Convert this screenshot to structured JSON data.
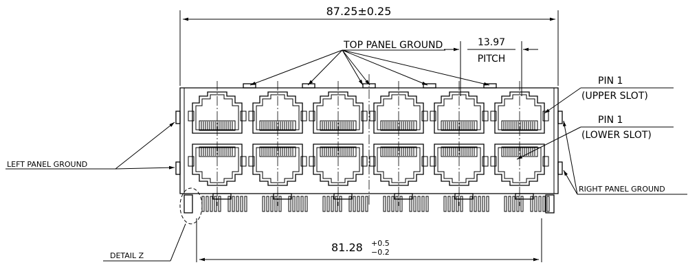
{
  "dimensions": {
    "overall_width": "87.25±0.25",
    "pitch_value": "13.97",
    "pitch_label": "PITCH",
    "bottom_base": "81.28",
    "bottom_tol_plus": "+0.5",
    "bottom_tol_minus": "−0.2"
  },
  "callouts": {
    "top_panel_ground": "TOP PANEL GROUND",
    "pin1_upper_line1": "PIN 1",
    "pin1_upper_line2": "(UPPER SLOT)",
    "pin1_lower_line1": "PIN 1",
    "pin1_lower_line2": "(LOWER SLOT)",
    "left_panel_ground": "LEFT PANEL GROUND",
    "right_panel_ground": "RIGHT PANEL GROUND",
    "detail_z": "DETAIL Z"
  },
  "connector": {
    "columns": 6,
    "rows": 2
  }
}
